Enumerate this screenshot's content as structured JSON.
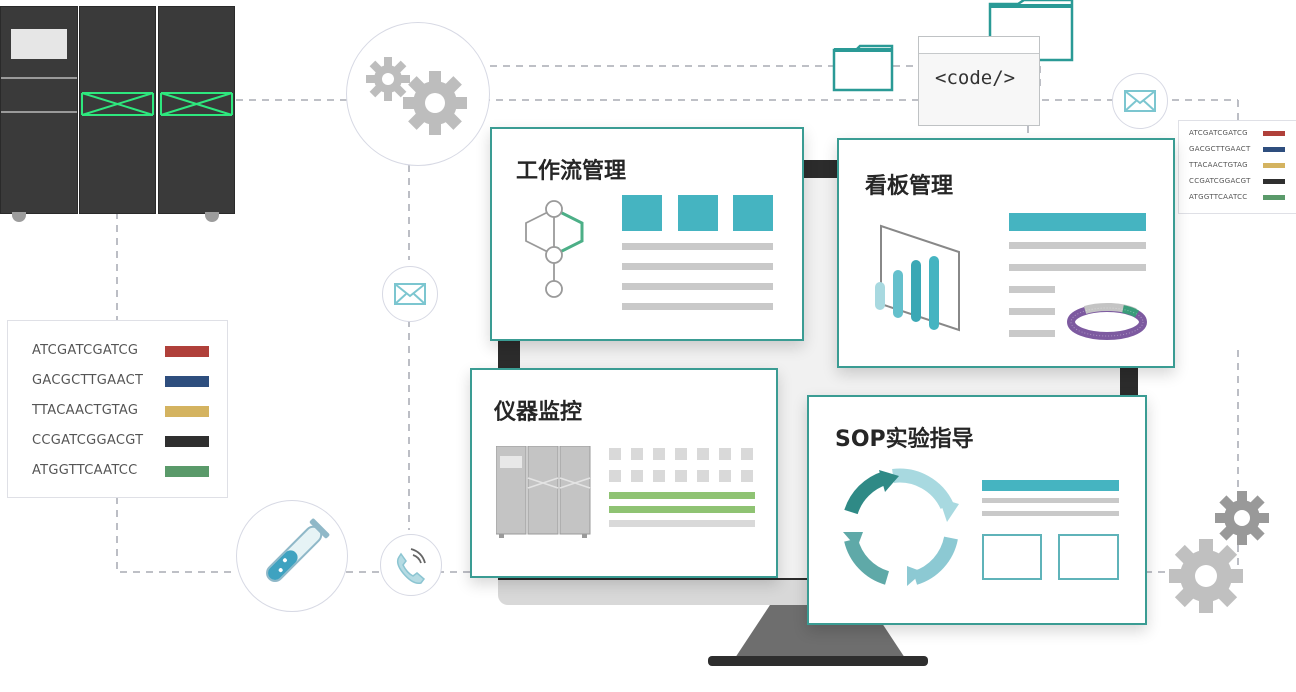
{
  "panels": {
    "workflow": {
      "title": "工作流管理"
    },
    "kanban": {
      "title": "看板管理"
    },
    "instrument": {
      "title": "仪器监控"
    },
    "sop": {
      "title": "SOP实验指导"
    }
  },
  "code_window": {
    "text": "<code/>"
  },
  "dna_legend_large": [
    {
      "sequence": "ATCGATCGATCG",
      "color": "#b0403a"
    },
    {
      "sequence": "GACGCTTGAACT",
      "color": "#2e4e7e"
    },
    {
      "sequence": "TTACAACTGTAG",
      "color": "#d4b360"
    },
    {
      "sequence": "CCGATCGGACGT",
      "color": "#2f2f2f"
    },
    {
      "sequence": "ATGGTTCAATCC",
      "color": "#5a9a6a"
    }
  ],
  "dna_legend_small": [
    {
      "sequence": "ATCGATCGATCG",
      "color": "#b0403a"
    },
    {
      "sequence": "GACGCTTGAACT",
      "color": "#2e4e7e"
    },
    {
      "sequence": "TTACAACTGTAG",
      "color": "#d4b360"
    },
    {
      "sequence": "CCGATCGGACGT",
      "color": "#2f2f2f"
    },
    {
      "sequence": "ATGGTTCAATCC",
      "color": "#5a9a6a"
    }
  ],
  "colors": {
    "teal": "#45b4c1",
    "panel_border": "#3a9c93",
    "green_bar": "#8fc373",
    "gray_line": "#c9c9c9",
    "purple": "#7d5aa0"
  },
  "icons": [
    "gears-icon",
    "folder-icon",
    "code-window-icon",
    "envelope-icon",
    "test-tube-icon",
    "phone-icon",
    "bar-chart-icon",
    "donut-chart-icon",
    "cycle-arrows-icon",
    "flowchart-icon",
    "server-rack-icon"
  ]
}
